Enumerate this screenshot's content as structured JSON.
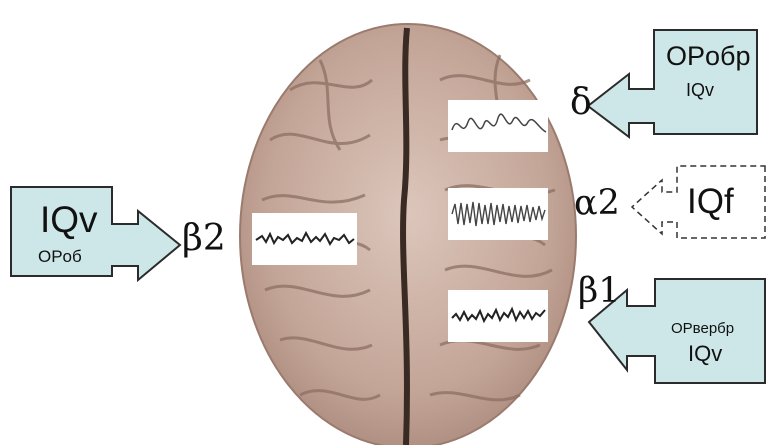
{
  "colors": {
    "box_fill": "#cde7e8",
    "box_stroke": "#2b2b2b",
    "brain_base": "#c8aea2",
    "brain_fold": "#8d6f63",
    "eeg_panel": "#ffffff",
    "eeg_trace": "#222222"
  },
  "icons": [
    "brain-image",
    "arrow-shaped-callout",
    "dashed-arrow-callout",
    "eeg-trace"
  ],
  "left_callout": {
    "line1": "IQv",
    "line2": "OPоб"
  },
  "left_wave_label": "β2",
  "right_callouts": {
    "top": {
      "line1": "OPобр",
      "line2": "IQv"
    },
    "middle": {
      "line1": "IQf"
    },
    "bottom": {
      "line1": "OPвербр",
      "line2": "IQv"
    }
  },
  "right_wave_labels": {
    "top": "δ",
    "middle": "α2",
    "bottom": "β1"
  }
}
